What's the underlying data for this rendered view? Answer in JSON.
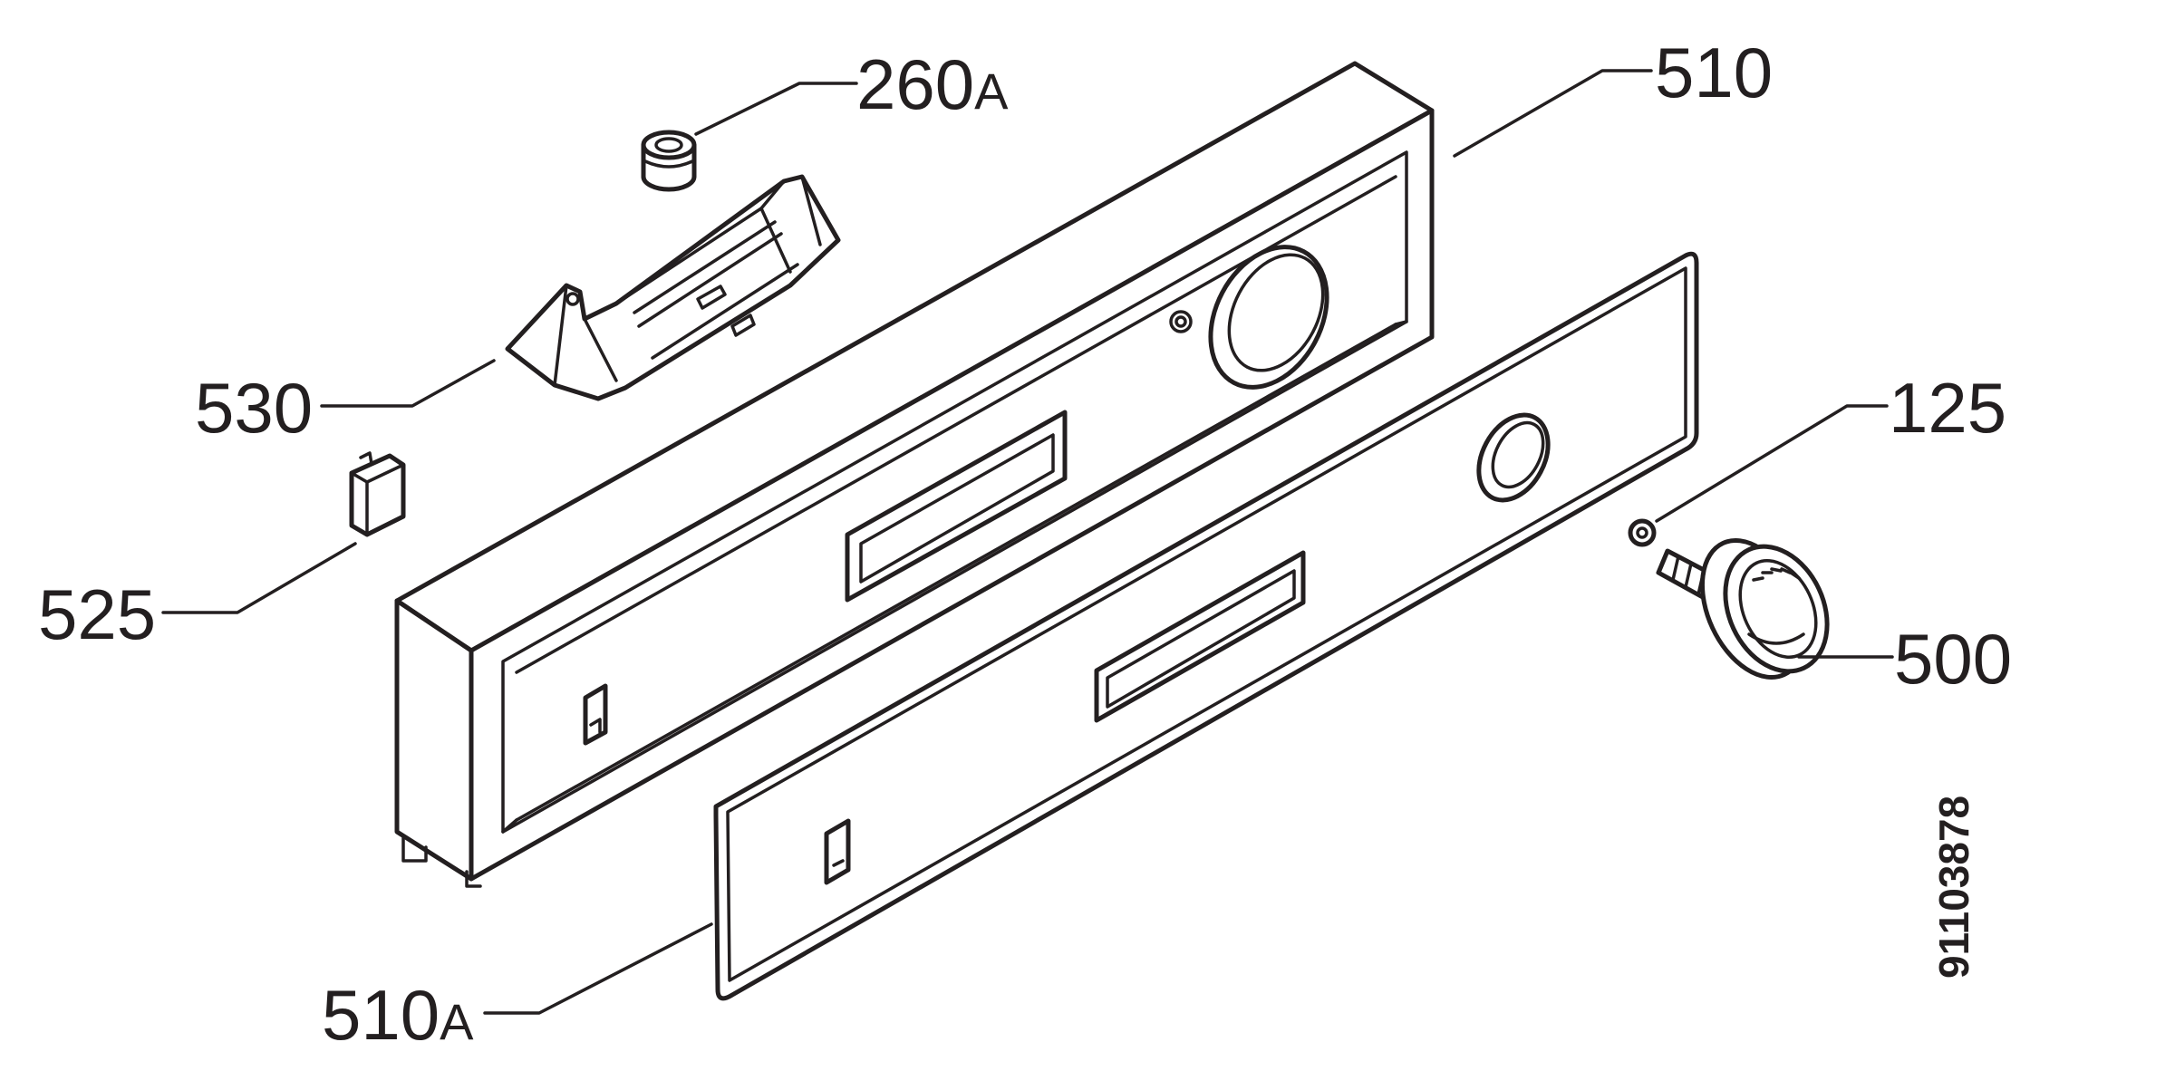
{
  "callouts": {
    "c260a": {
      "number": "260",
      "suffix": "A"
    },
    "c510": {
      "number": "510",
      "suffix": ""
    },
    "c530": {
      "number": "530",
      "suffix": ""
    },
    "c125": {
      "number": "125",
      "suffix": ""
    },
    "c525": {
      "number": "525",
      "suffix": ""
    },
    "c500": {
      "number": "500",
      "suffix": ""
    },
    "c510a": {
      "number": "510",
      "suffix": "A"
    }
  },
  "document_number": "91103878"
}
